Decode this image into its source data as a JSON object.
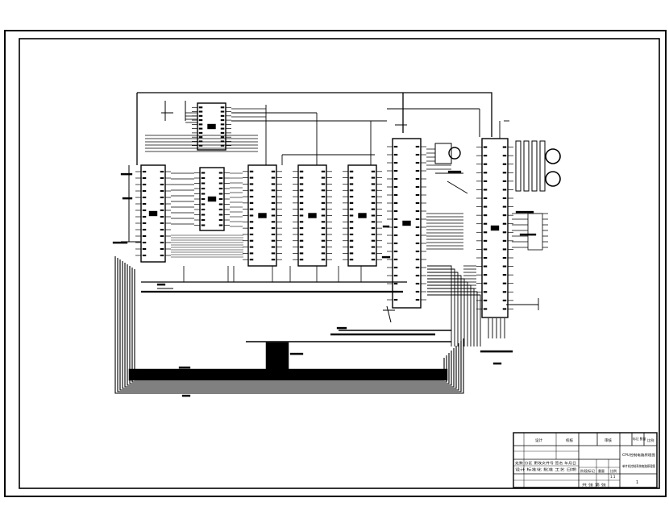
{
  "title_block": {
    "header_cells": [
      "设计",
      "校核",
      "审核",
      "标记 数量",
      "比例"
    ],
    "left_rows": [
      "处数 分区 更改文件号 签名 年月日",
      "设计 标准化 批准 工艺 日期"
    ],
    "drawing_title_line1": "CPU控制电路原理图",
    "drawing_title_line2": "单片机控制系统电路原理图",
    "stage_labels": [
      "阶段标记",
      "重量",
      "比例"
    ],
    "scale_value": "1:1",
    "sheet_info": "共 张 第 张",
    "sheet_number": "1"
  }
}
